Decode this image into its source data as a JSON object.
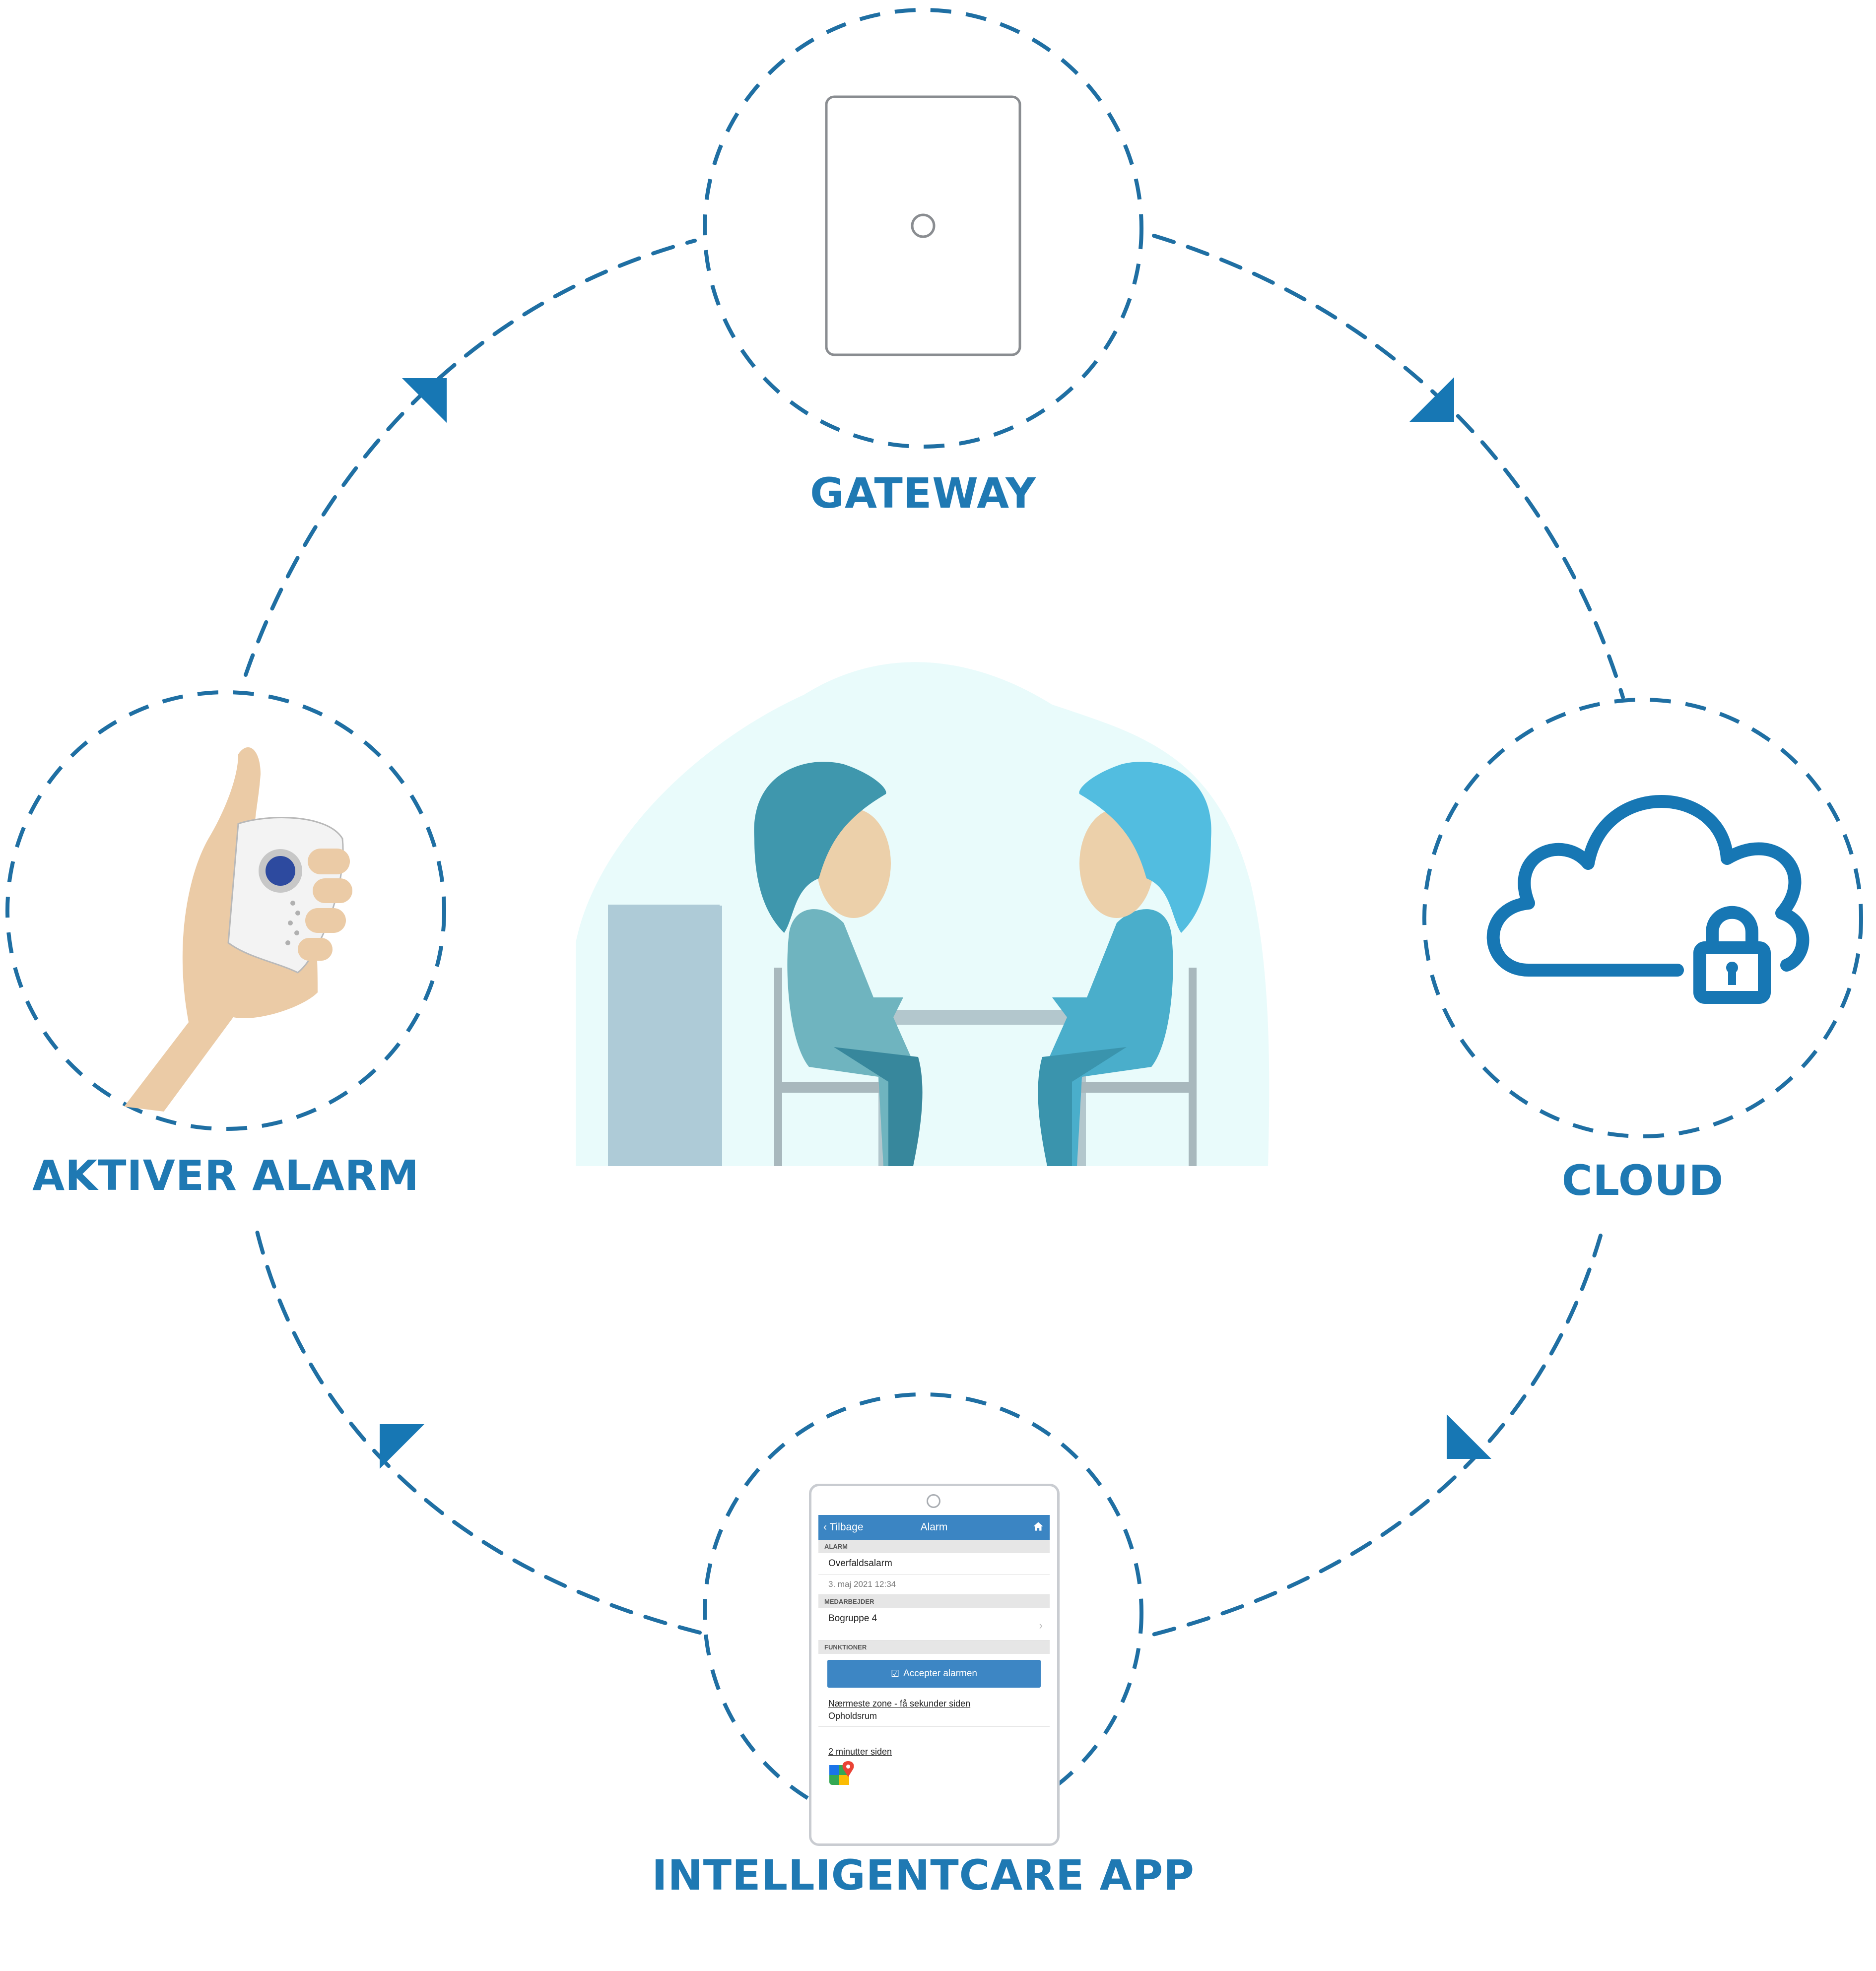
{
  "nodes": {
    "gateway": {
      "label": "GATEWAY",
      "icon": "gateway-device-icon"
    },
    "cloud": {
      "label": "CLOUD",
      "icon": "cloud-lock-icon"
    },
    "app": {
      "label": "INTELLIGENTCARE APP",
      "icon": "phone-app-icon"
    },
    "alarm": {
      "label": "AKTIVER ALARM",
      "icon": "hand-alarm-button-icon"
    }
  },
  "flow_direction": "clockwise",
  "center_illustration": "two-people-at-table-illustration",
  "phone_screen": {
    "back_label": "Tilbage",
    "title": "Alarm",
    "section_alarm": "ALARM",
    "alarm_type": "Overfaldsalarm",
    "alarm_time": "3. maj 2021 12:34",
    "section_staff": "MEDARBEJDER",
    "staff_group": "Bogruppe 4",
    "section_functions": "FUNKTIONER",
    "accept_label": "Accepter alarmen",
    "zone_label": "Nærmeste zone - få sekunder siden",
    "zone_value": "Opholdsrum",
    "time_ago": "2 minutter siden"
  },
  "colors": {
    "primary": "#1f79b3",
    "accent_button": "#3d86c4",
    "illustration_bg": "#e9fbfb"
  }
}
